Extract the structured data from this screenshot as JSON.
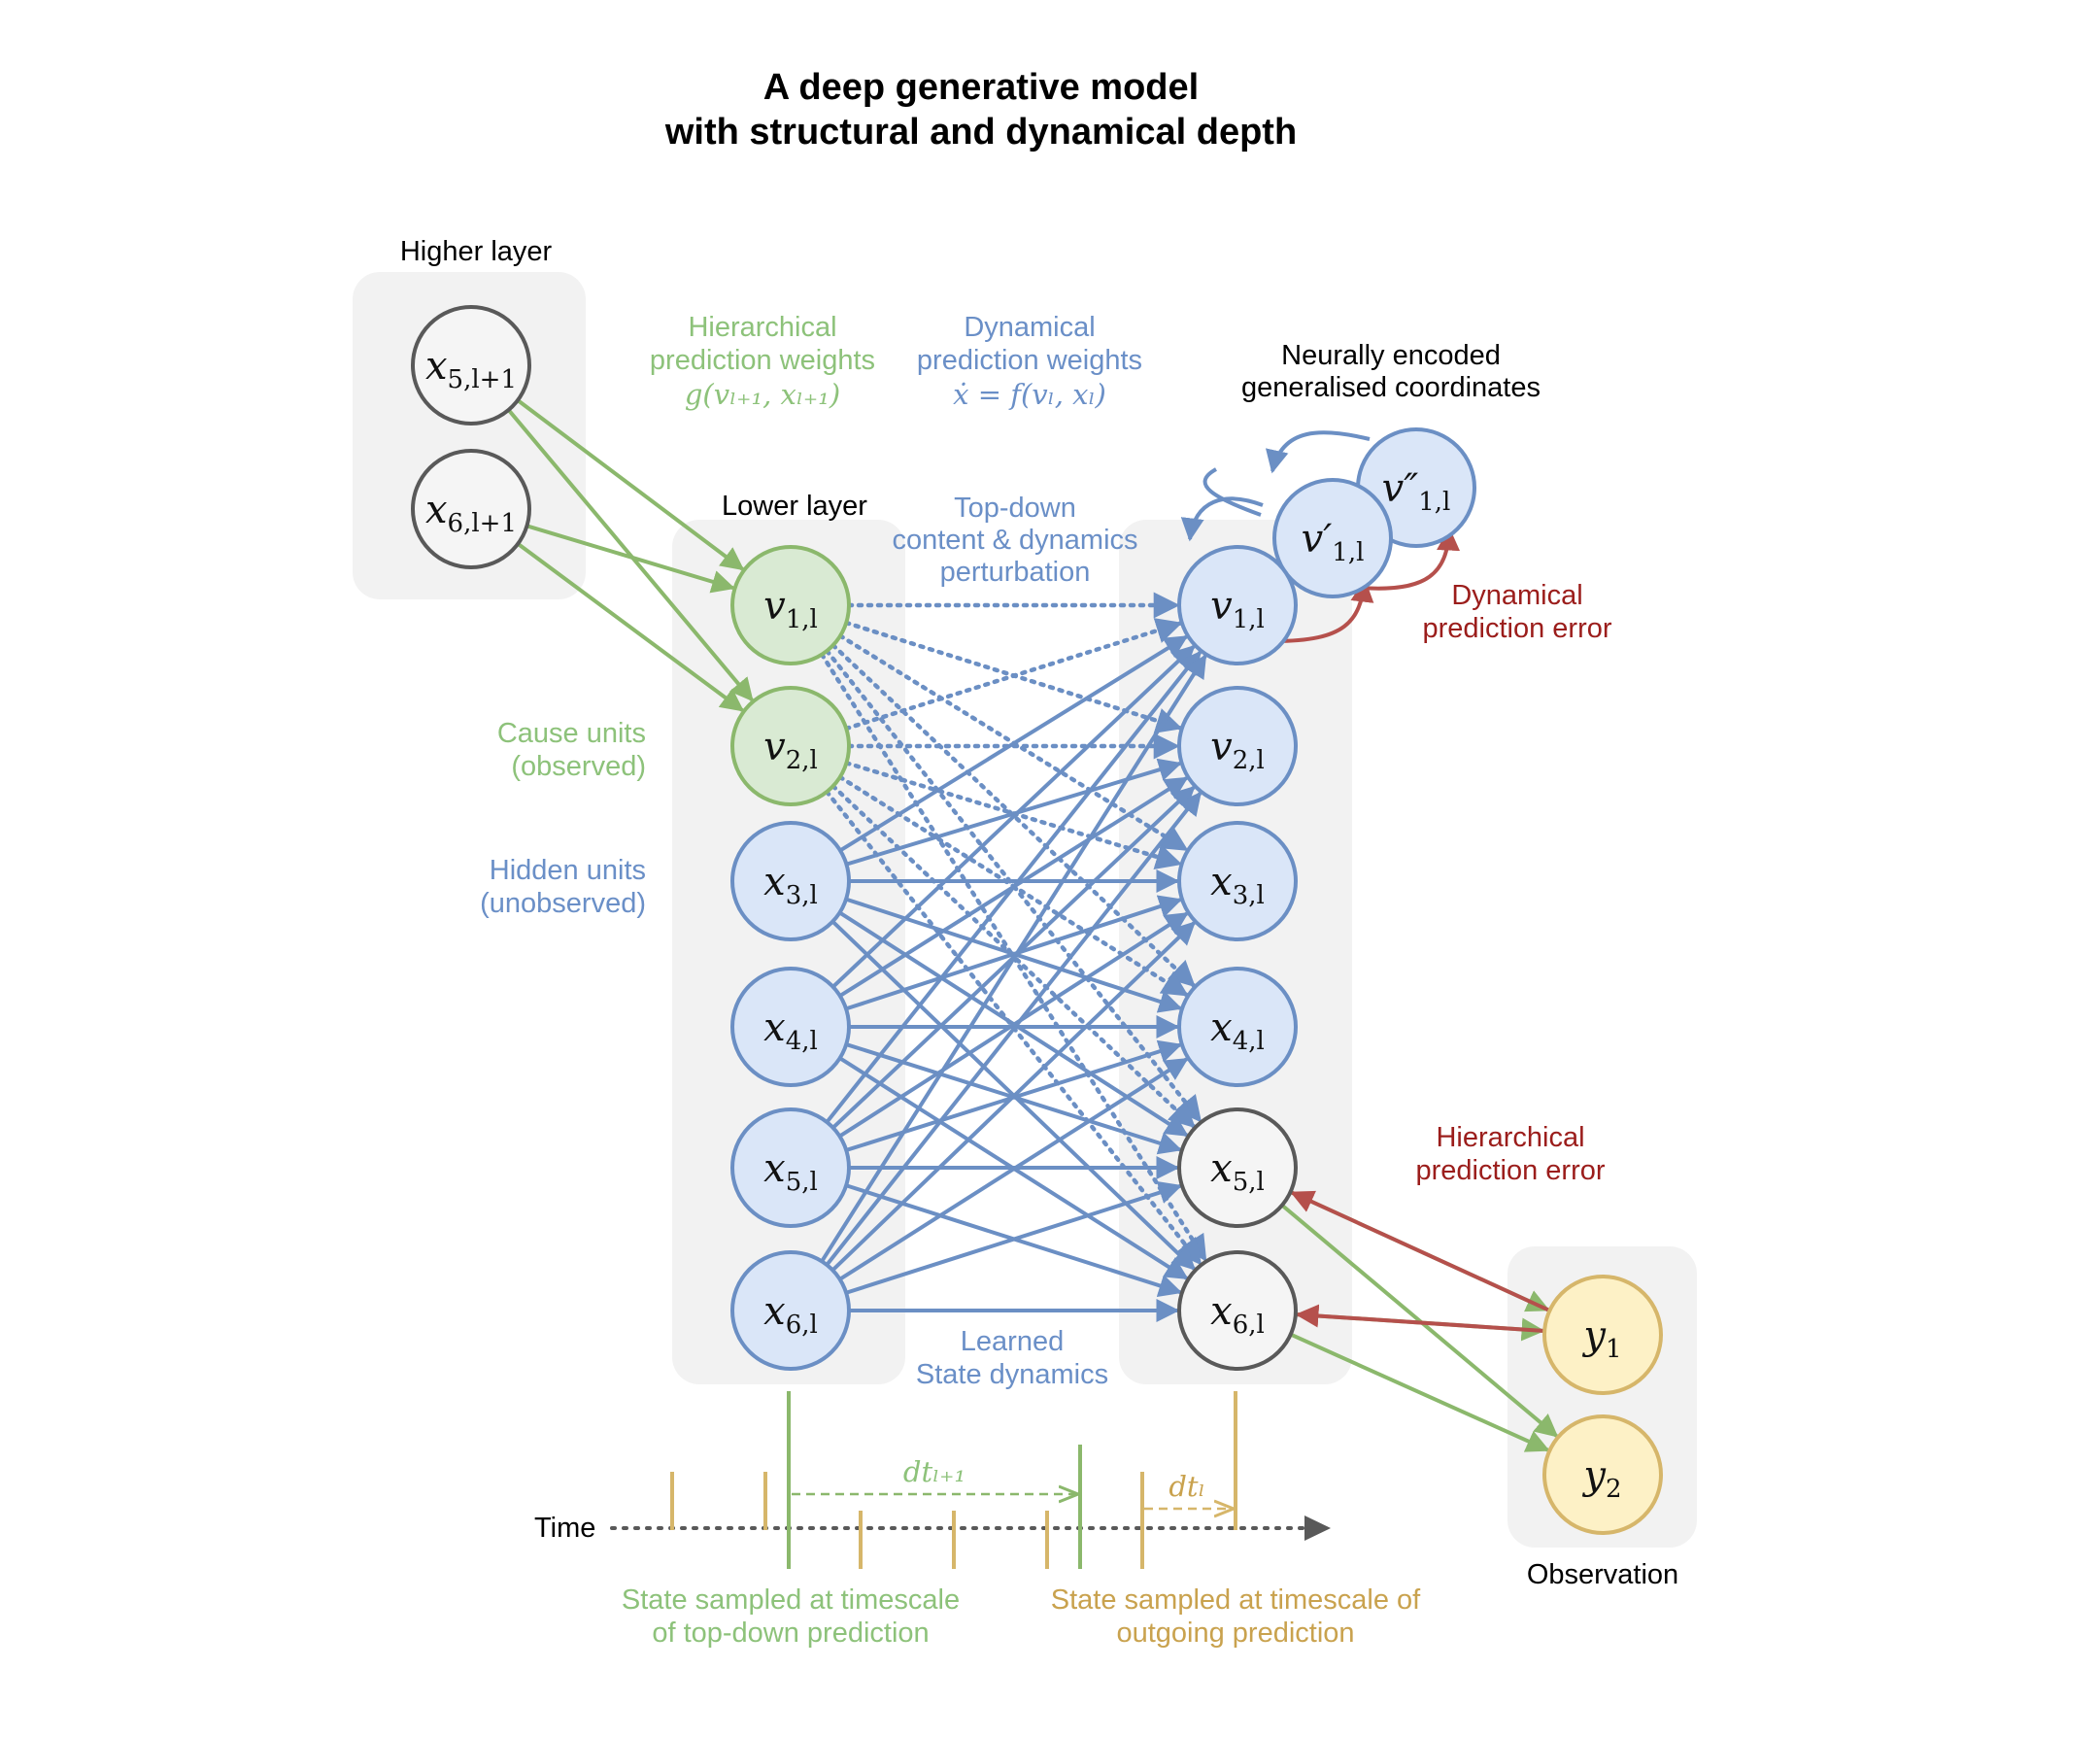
{
  "title_line1": "A deep generative model",
  "title_line2": "with structural and dynamical depth",
  "labels": {
    "higher_layer": "Higher layer",
    "lower_layer": "Lower layer",
    "hier_weights_1": "Hierarchical",
    "hier_weights_2": "prediction weights",
    "hier_weights_math": "g(vₗ₊₁, xₗ₊₁)",
    "dyn_weights_1": "Dynamical",
    "dyn_weights_2": "prediction weights",
    "dyn_weights_math": "ẋ = f(vₗ, xₗ)",
    "neural_1": "Neurally encoded",
    "neural_2": "generalised coordinates",
    "topdown_1": "Top-down",
    "topdown_2": "content & dynamics",
    "topdown_3": "perturbation",
    "dyn_error_1": "Dynamical",
    "dyn_error_2": "prediction error",
    "cause_1": "Cause units",
    "cause_2": "(observed)",
    "hidden_1": "Hidden units",
    "hidden_2": "(unobserved)",
    "hier_error_1": "Hierarchical",
    "hier_error_2": "prediction error",
    "learned_1": "Learned",
    "learned_2": "State dynamics",
    "observation": "Observation",
    "time": "Time",
    "dt_top": "dtₗ₊₁",
    "dt_out": "dtₗ",
    "sampled_top_1": "State sampled at timescale",
    "sampled_top_2": "of top-down prediction",
    "sampled_out_1": "State sampled at timescale of",
    "sampled_out_2": "outgoing prediction"
  },
  "nodes": {
    "higher": [
      {
        "id": "x5h",
        "base": "x",
        "sub": "5,l+1"
      },
      {
        "id": "x6h",
        "base": "x",
        "sub": "6,l+1"
      }
    ],
    "lower": [
      {
        "id": "v1",
        "base": "v",
        "sub": "1,l",
        "kind": "cause"
      },
      {
        "id": "v2",
        "base": "v",
        "sub": "2,l",
        "kind": "cause"
      },
      {
        "id": "x3",
        "base": "x",
        "sub": "3,l",
        "kind": "hidden"
      },
      {
        "id": "x4",
        "base": "x",
        "sub": "4,l",
        "kind": "hidden"
      },
      {
        "id": "x5",
        "base": "x",
        "sub": "5,l",
        "kind": "hidden"
      },
      {
        "id": "x6",
        "base": "x",
        "sub": "6,l",
        "kind": "hidden"
      }
    ],
    "next": [
      {
        "id": "n_v1",
        "base": "v",
        "sub": "1,l",
        "kind": "hidden"
      },
      {
        "id": "n_v2",
        "base": "v",
        "sub": "2,l",
        "kind": "hidden"
      },
      {
        "id": "n_x3",
        "base": "x",
        "sub": "3,l",
        "kind": "hidden"
      },
      {
        "id": "n_x4",
        "base": "x",
        "sub": "4,l",
        "kind": "hidden"
      },
      {
        "id": "n_x5",
        "base": "x",
        "sub": "5,l",
        "kind": "plain"
      },
      {
        "id": "n_x6",
        "base": "x",
        "sub": "6,l",
        "kind": "plain"
      }
    ],
    "gen": [
      {
        "id": "v1p",
        "base": "v′",
        "sub": "1,l"
      },
      {
        "id": "v1pp",
        "base": "v″",
        "sub": "1,l"
      }
    ],
    "obs": [
      {
        "id": "y1",
        "base": "y",
        "sub": "1"
      },
      {
        "id": "y2",
        "base": "y",
        "sub": "2"
      }
    ]
  },
  "colors": {
    "green": "#8bb86c",
    "green_fill": "#d9ead3",
    "blue": "#6b8fc4",
    "blue_fill": "#dae6f8",
    "red": "#b5504c",
    "gold": "#d6b66a",
    "gold_fill": "#fdf1c6",
    "gray": "#595959",
    "panel": "#f2f2f2",
    "label_green": "#8dc27a",
    "label_blue": "#6a8fc7",
    "label_red": "#9b1d1b",
    "label_gold": "#c9a24e"
  }
}
